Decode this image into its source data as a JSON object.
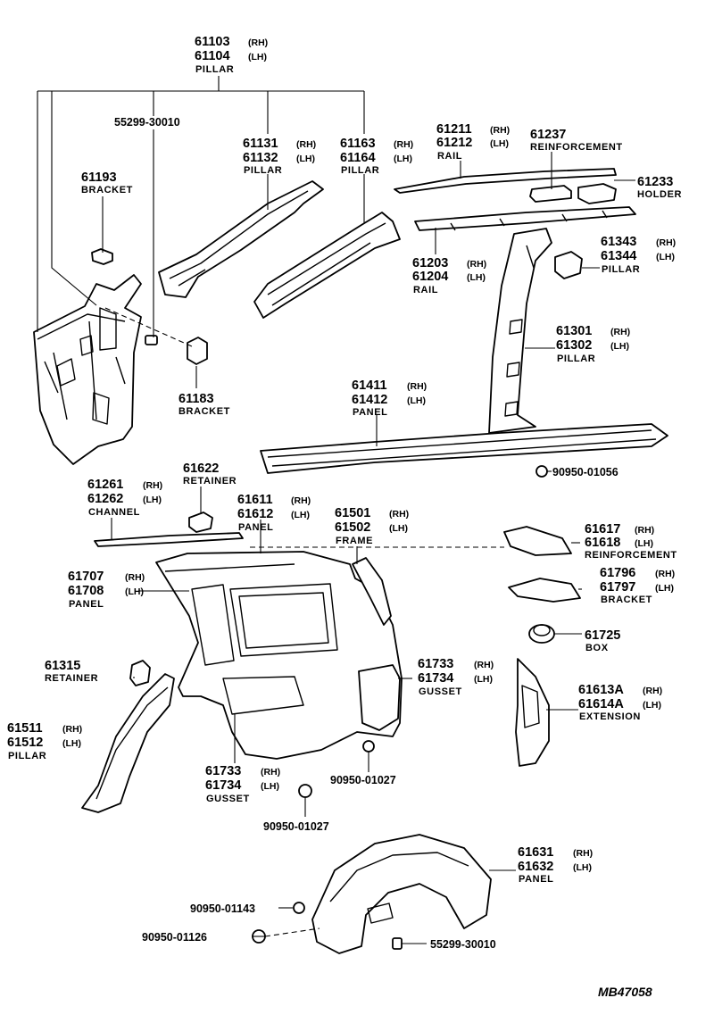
{
  "callouts": {
    "c61103": {
      "n1": "61103",
      "s1": "(RH)",
      "n2": "61104",
      "s2": "(LH)",
      "label": "PILLAR"
    },
    "c55299a": {
      "n1": "55299-30010"
    },
    "c61131": {
      "n1": "61131",
      "s1": "(RH)",
      "n2": "61132",
      "s2": "(LH)",
      "label": "PILLAR"
    },
    "c61163": {
      "n1": "61163",
      "s1": "(RH)",
      "n2": "61164",
      "s2": "(LH)",
      "label": "PILLAR"
    },
    "c61211": {
      "n1": "61211",
      "s1": "(RH)",
      "n2": "61212",
      "s2": "(LH)",
      "label": "RAIL"
    },
    "c61237": {
      "n1": "61237",
      "label": "REINFORCEMENT"
    },
    "c61233": {
      "n1": "61233",
      "label": "HOLDER"
    },
    "c61193": {
      "n1": "61193",
      "label": "BRACKET"
    },
    "c61343": {
      "n1": "61343",
      "s1": "(RH)",
      "n2": "61344",
      "s2": "(LH)",
      "label": "PILLAR"
    },
    "c61203": {
      "n1": "61203",
      "s1": "(RH)",
      "n2": "61204",
      "s2": "(LH)",
      "label": "RAIL"
    },
    "c61301": {
      "n1": "61301",
      "s1": "(RH)",
      "n2": "61302",
      "s2": "(LH)",
      "label": "PILLAR"
    },
    "c61183": {
      "n1": "61183",
      "label": "BRACKET"
    },
    "c61411": {
      "n1": "61411",
      "s1": "(RH)",
      "n2": "61412",
      "s2": "(LH)",
      "label": "PANEL"
    },
    "c90950a": {
      "n1": "90950-01056"
    },
    "c61622": {
      "n1": "61622",
      "label": "RETAINER"
    },
    "c61261": {
      "n1": "61261",
      "s1": "(RH)",
      "n2": "61262",
      "s2": "(LH)",
      "label": "CHANNEL"
    },
    "c61611": {
      "n1": "61611",
      "s1": "(RH)",
      "n2": "61612",
      "s2": "(LH)",
      "label": "PANEL"
    },
    "c61501": {
      "n1": "61501",
      "s1": "(RH)",
      "n2": "61502",
      "s2": "(LH)",
      "label": "FRAME"
    },
    "c61617": {
      "n1": "61617",
      "s1": "(RH)",
      "n2": "61618",
      "s2": "(LH)",
      "label": "REINFORCEMENT"
    },
    "c61707": {
      "n1": "61707",
      "s1": "(RH)",
      "n2": "61708",
      "s2": "(LH)",
      "label": "PANEL"
    },
    "c61796": {
      "n1": "61796",
      "s1": "(RH)",
      "n2": "61797",
      "s2": "(LH)",
      "label": "BRACKET"
    },
    "c61725": {
      "n1": "61725",
      "label": "BOX"
    },
    "c61315": {
      "n1": "61315",
      "label": "RETAINER"
    },
    "c61733a": {
      "n1": "61733",
      "s1": "(RH)",
      "n2": "61734",
      "s2": "(LH)",
      "label": "GUSSET"
    },
    "c61613": {
      "n1": "61613A",
      "s1": "(RH)",
      "n2": "61614A",
      "s2": "(LH)",
      "label": "EXTENSION"
    },
    "c61511": {
      "n1": "61511",
      "s1": "(RH)",
      "n2": "61512",
      "s2": "(LH)",
      "label": "PILLAR"
    },
    "c61733b": {
      "n1": "61733",
      "s1": "(RH)",
      "n2": "61734",
      "s2": "(LH)",
      "label": "GUSSET"
    },
    "c90950b": {
      "n1": "90950-01027"
    },
    "c90950c": {
      "n1": "90950-01027"
    },
    "c61631": {
      "n1": "61631",
      "s1": "(RH)",
      "n2": "61632",
      "s2": "(LH)",
      "label": "PANEL"
    },
    "c90950d": {
      "n1": "90950-01143"
    },
    "c90950e": {
      "n1": "90950-01126"
    },
    "c55299b": {
      "n1": "55299-30010"
    }
  },
  "ref": "MB47058"
}
